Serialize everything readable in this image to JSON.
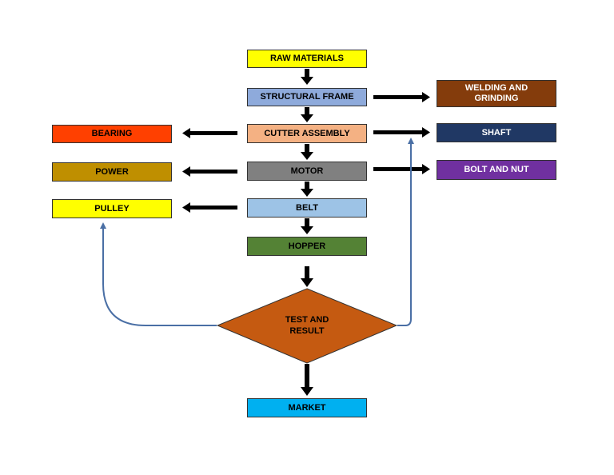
{
  "colors": {
    "arrow": "#000000",
    "feedback_line": "#4a6fa5"
  },
  "nodes": {
    "raw_materials": {
      "label": "RAW MATERIALS",
      "fill": "#ffff00"
    },
    "structural_frame": {
      "label": "STRUCTURAL FRAME",
      "fill": "#8eaadb"
    },
    "cutter_assembly": {
      "label": "CUTTER ASSEMBLY",
      "fill": "#f4b183"
    },
    "motor": {
      "label": "MOTOR",
      "fill": "#808080"
    },
    "belt": {
      "label": "BELT",
      "fill": "#9dc3e6"
    },
    "hopper": {
      "label": "HOPPER",
      "fill": "#548235"
    },
    "test_and_result": {
      "label_line1": "TEST AND",
      "label_line2": "RESULT",
      "fill": "#c55a11"
    },
    "market": {
      "label": "MARKET",
      "fill": "#00b0f0"
    },
    "bearing": {
      "label": "BEARING",
      "fill": "#ff4000"
    },
    "power": {
      "label": "POWER",
      "fill": "#bf8f00"
    },
    "pulley": {
      "label": "PULLEY",
      "fill": "#ffff00"
    },
    "welding_and_grinding": {
      "label_line1": "WELDING AND",
      "label_line2": "GRINDING",
      "fill": "#843c0c"
    },
    "shaft": {
      "label": "SHAFT",
      "fill": "#203864"
    },
    "bolt_and_nut": {
      "label": "BOLT AND NUT",
      "fill": "#7030a0"
    }
  }
}
